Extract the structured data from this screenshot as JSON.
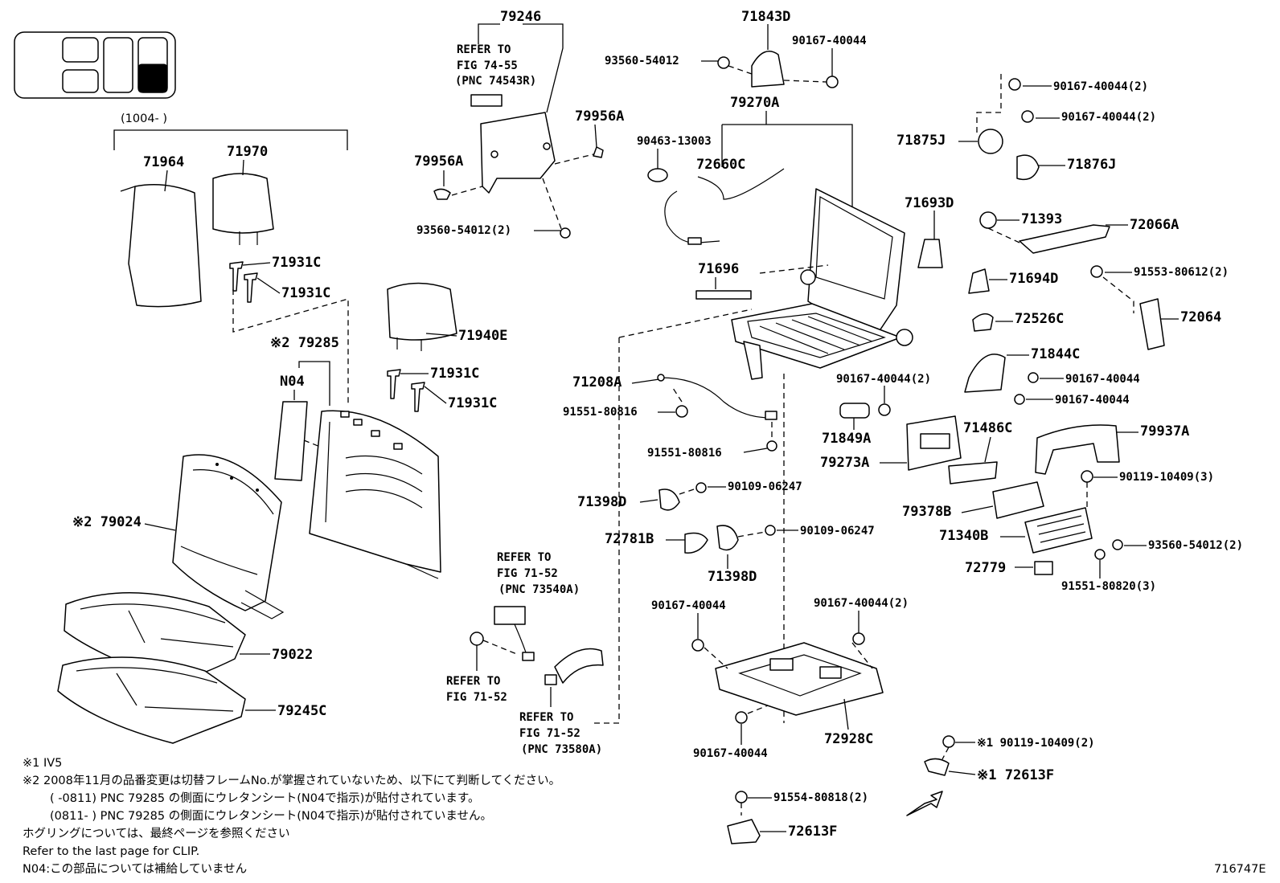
{
  "diagram_code": "716747E",
  "range_label": "(1004-      )",
  "labels": {
    "p79246": "79246",
    "refer_74_55_a": "REFER TO",
    "refer_74_55_b": "FIG 74-55",
    "refer_74_55_c": "(PNC 74543R)",
    "p79956A_1": "79956A",
    "p79956A_2": "79956A",
    "p93560_54012_2a": "93560-54012(2)",
    "p71843D": "71843D",
    "p93560_54012_a": "93560-54012",
    "p90167_40044_a": "90167-40044",
    "p79270A": "79270A",
    "p90463_13003": "90463-13003",
    "p72660C": "72660C",
    "p71696": "71696",
    "p71693D": "71693D",
    "p71393": "71393",
    "p72066A": "72066A",
    "p90167_40044_2a": "90167-40044(2)",
    "p90167_40044_2b": "90167-40044(2)",
    "p71875J": "71875J",
    "p71876J": "71876J",
    "p91553_80612_2": "91553-80612(2)",
    "p72064": "72064",
    "p71694D": "71694D",
    "p72526C": "72526C",
    "p71844C": "71844C",
    "p90167_40044_b": "90167-40044",
    "p90167_40044_c": "90167-40044",
    "p90167_40044_2c": "90167-40044(2)",
    "p71849A": "71849A",
    "p71486C": "71486C",
    "p79273A": "79273A",
    "p79937A": "79937A",
    "p90119_10409_3": "90119-10409(3)",
    "p79378B": "79378B",
    "p71340B": "71340B",
    "p93560_54012_2b": "93560-54012(2)",
    "p72779": "72779",
    "p91551_80820_3": "91551-80820(3)",
    "p71208A": "71208A",
    "p91551_80816_a": "91551-80816",
    "p91551_80816_b": "91551-80816",
    "p71398D_a": "71398D",
    "p90109_06247_a": "90109-06247",
    "p72781B": "72781B",
    "p71398D_b": "71398D",
    "p90109_06247_b": "90109-06247",
    "p90167_40044_d": "90167-40044",
    "p90167_40044_2d": "90167-40044(2)",
    "p90167_40044_e": "90167-40044",
    "p72928C": "72928C",
    "p90119_10409_2": "※1 90119-10409(2)",
    "p72613F_a": "※1 72613F",
    "p91554_80818_2": "91554-80818(2)",
    "p72613F_b": "72613F",
    "p71964": "71964",
    "p71970": "71970",
    "p71931C_a": "71931C",
    "p71931C_b": "71931C",
    "p71940E": "71940E",
    "p71931C_c": "71931C",
    "p71931C_d": "71931C",
    "p79285": "※2 79285",
    "pN04": "N04",
    "p79024": "※2 79024",
    "p79022": "79022",
    "p79245C": "79245C",
    "refer_71_52_a1": "REFER TO",
    "refer_71_52_a2": "FIG 71-52",
    "refer_71_52_a3": "(PNC 73540A)",
    "refer_71_52_b1": "REFER TO",
    "refer_71_52_b2": "FIG 71-52",
    "refer_71_52_c1": "REFER TO",
    "refer_71_52_c2": "FIG 71-52",
    "refer_71_52_c3": "(PNC 73580A)"
  },
  "notes": [
    "※1 IV5",
    "※2 2008年11月の品番変更は切替フレームNo.が掌握されていないため、以下にて判断してください。",
    "(      -0811) PNC 79285 の側面にウレタンシート(N04で指示)が貼付されています。",
    "(0811-      ) PNC 79285 の側面にウレタンシート(N04で指示)が貼付されていません。",
    "ホグリングについては、最終ページを参照ください",
    "Refer to the last page for CLIP.",
    "N04:この部品については補給していません"
  ]
}
